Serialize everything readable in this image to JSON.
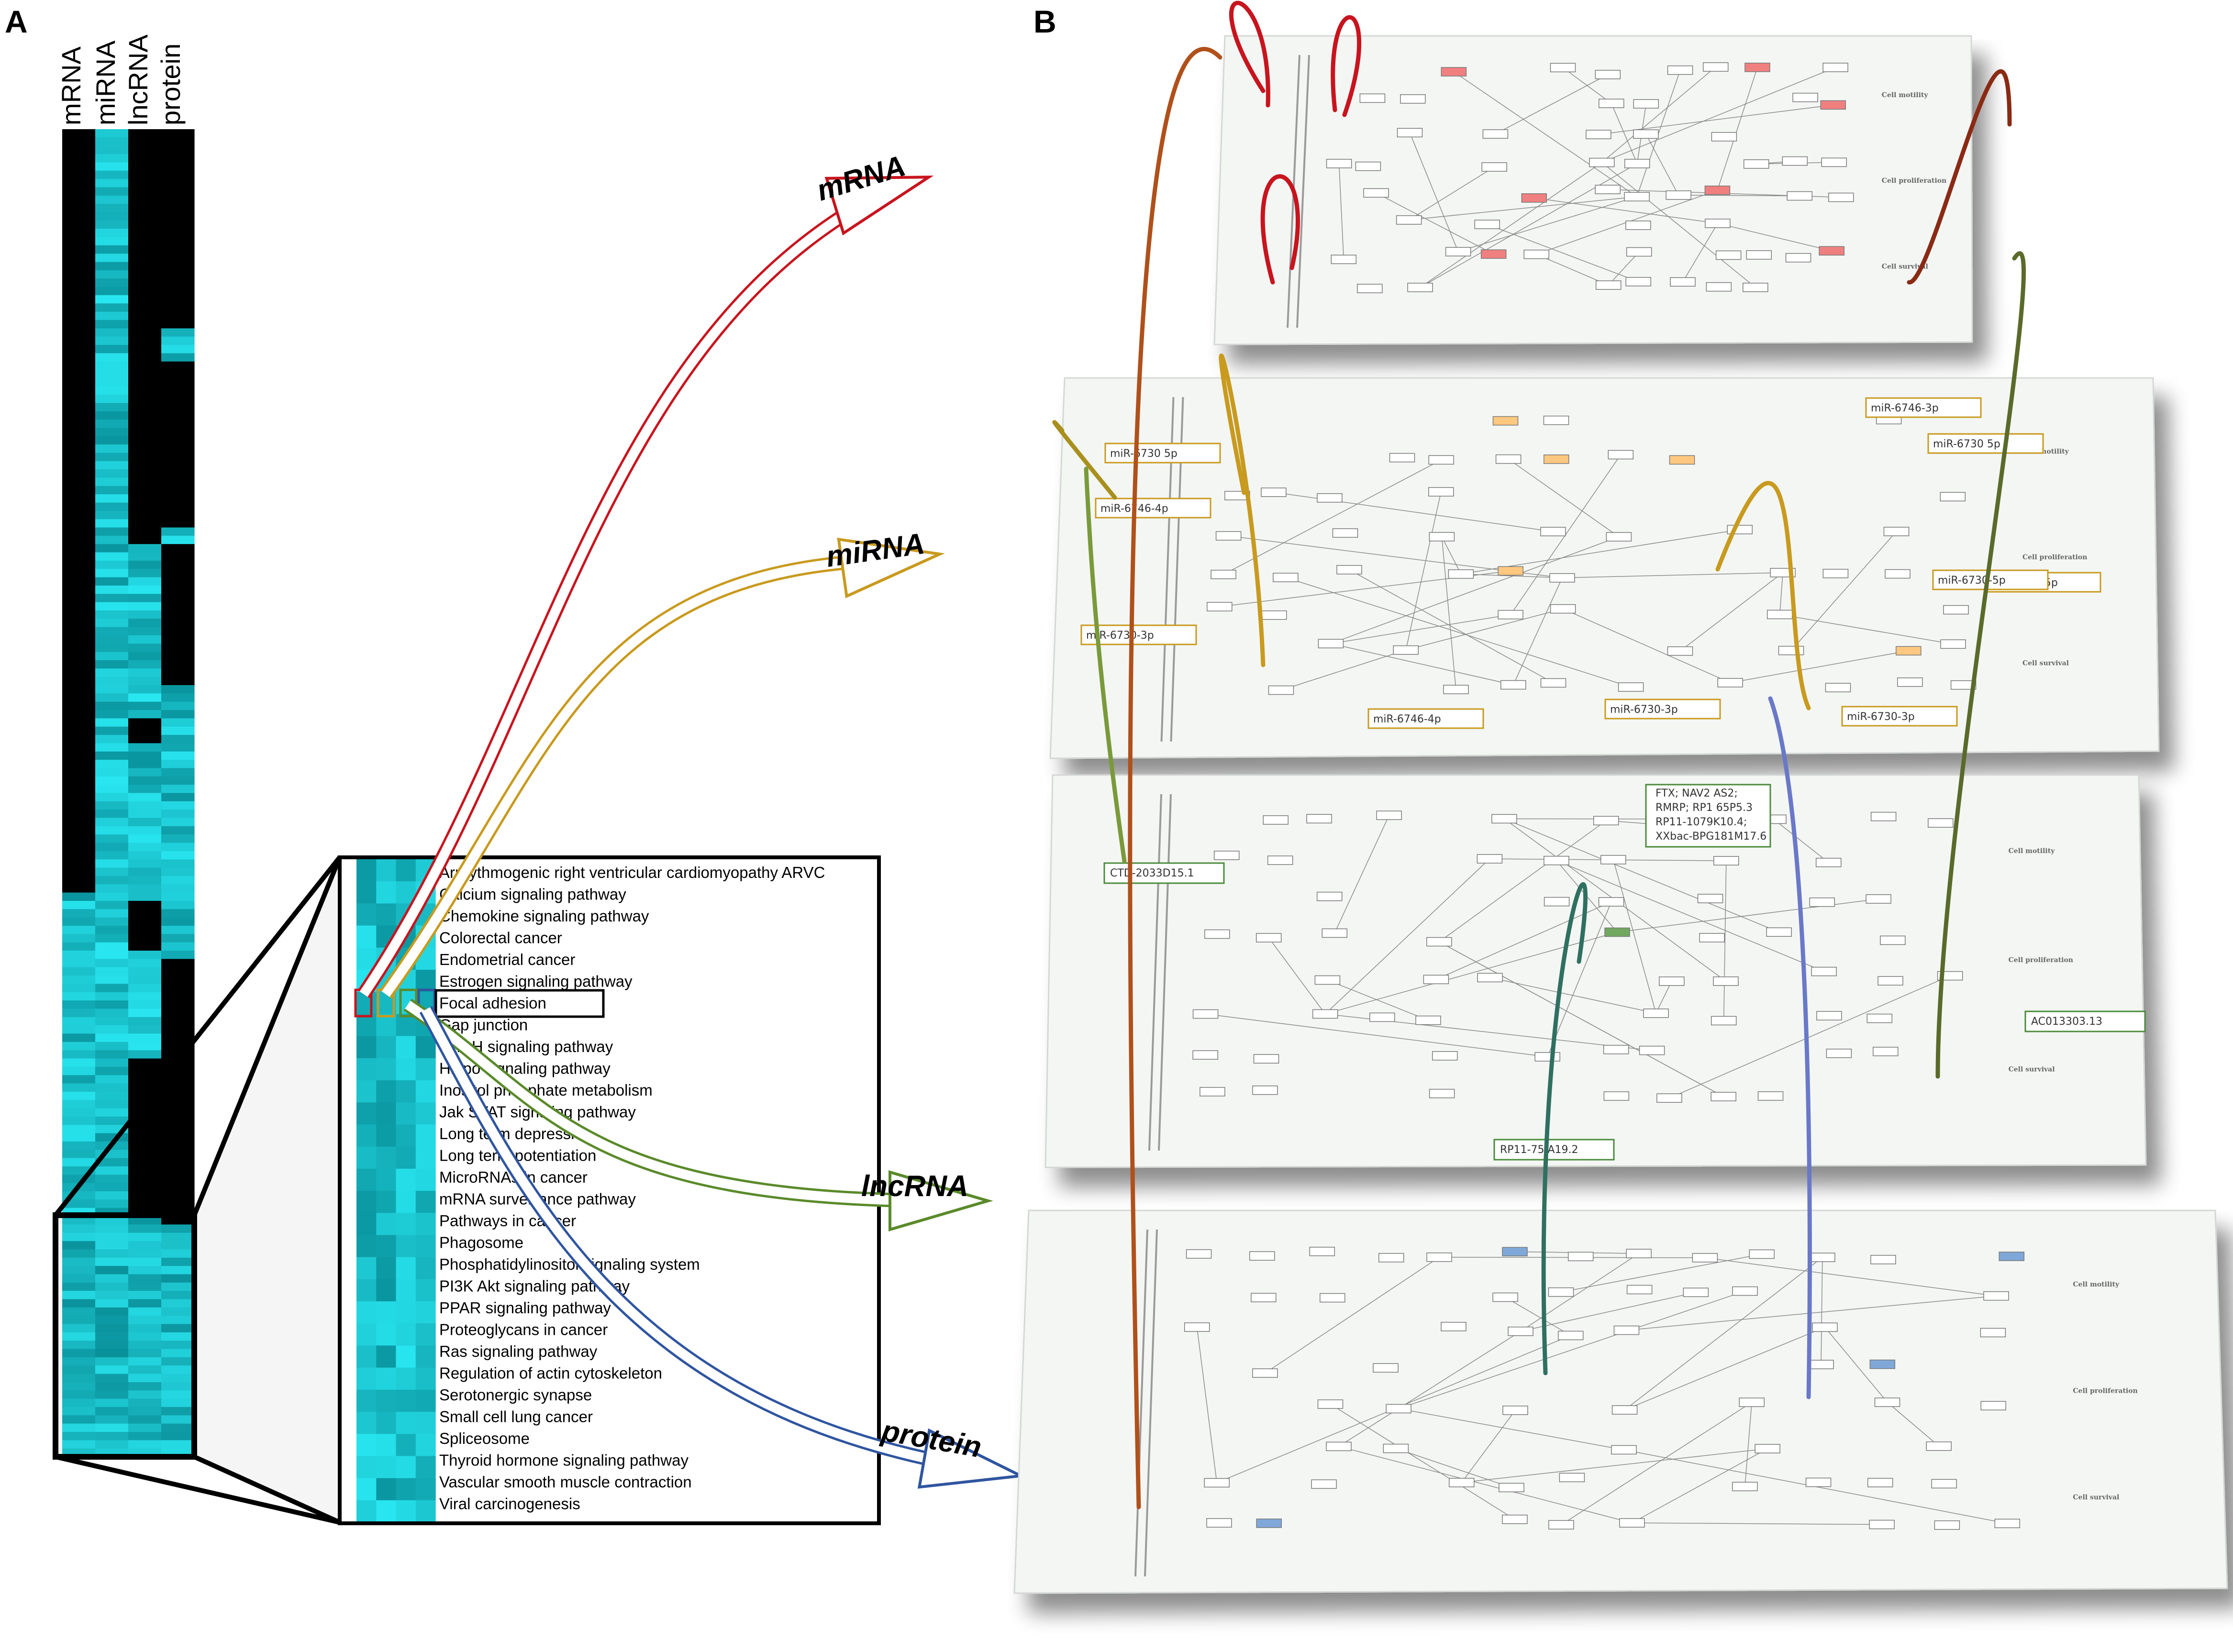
{
  "panels": {
    "a": "A",
    "b": "B"
  },
  "columns": [
    "mRNA",
    "miRNA",
    "lncRNA",
    "protein"
  ],
  "pathways": [
    "Arrhythmogenic right ventricular cardiomyopathy ARVC",
    "Calcium signaling pathway",
    "Chemokine signaling pathway",
    "Colorectal cancer",
    "Endometrial cancer",
    "Estrogen signaling pathway",
    "Focal adhesion",
    "Gap junction",
    "GnRH signaling pathway",
    "Hippo signaling pathway",
    "Inositol phosphate metabolism",
    "Jak STAT signaling pathway",
    "Long term depression",
    "Long term potentiation",
    "MicroRNAs in cancer",
    "mRNA surveillance pathway",
    "Pathways in cancer",
    "Phagosome",
    "Phosphatidylinositol signaling system",
    "PI3K Akt signaling pathway",
    "PPAR signaling pathway",
    "Proteoglycans in cancer",
    "Ras signaling pathway",
    "Regulation of actin cytoskeleton",
    "Serotonergic synapse",
    "Small cell lung cancer",
    "Spliceosome",
    "Thyroid hormone signaling pathway",
    "Vascular smooth muscle contraction",
    "Viral carcinogenesis"
  ],
  "highlighted_pathway": "Focal adhesion",
  "omics_layers": [
    {
      "label": "mRNA",
      "color": "#c8141e"
    },
    {
      "label": "miRNA",
      "color": "#c89a1e"
    },
    {
      "label": "lncRNA",
      "color": "#5a8a2a"
    },
    {
      "label": "protein",
      "color": "#2f55a0"
    }
  ],
  "mirna_labels": [
    "miR-6730 5p",
    "miR-6746-3p",
    "miR-6730 5p",
    "miR-6746-4p",
    "miR-6730 5p",
    "miR-6730-3p",
    "miR-6746-4p",
    "miR-6730-3p",
    "miR-6730-3p",
    "miR-6730-5p"
  ],
  "lncrna_labels": [
    "CTD-2033D15.1",
    "FTX; NAV2 AS2;",
    "RMRP; RP1 65P5.3",
    "RP11-1079K10.4;",
    "XXbac-BPG181M17.6",
    "AC013303.13",
    "RP11-75 A19.2"
  ],
  "side_labels": [
    "Cell motility",
    "Cell proliferation",
    "Cell survival"
  ],
  "colors": {
    "heat_black": "#000000",
    "heat_cyan": "#18d8dc",
    "mrna_fill": "#f08080",
    "mirna_fill": "#ffc880",
    "lncrna_fill": "#70a860",
    "protein_fill": "#7fa8d8"
  }
}
